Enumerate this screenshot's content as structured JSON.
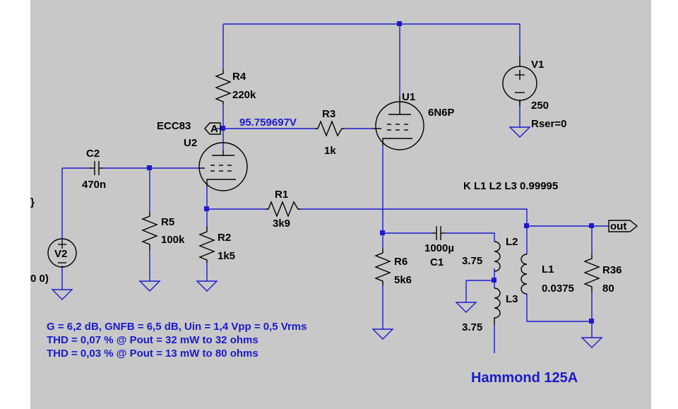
{
  "colors": {
    "background": "#c8c8c8",
    "wire": "#1a1ad0",
    "component": "#000000",
    "note": "#1a1ad0"
  },
  "components": {
    "r4": {
      "name": "R4",
      "value": "220k"
    },
    "r3": {
      "name": "R3",
      "value": "1k"
    },
    "r1": {
      "name": "R1",
      "value": "3k9"
    },
    "r5": {
      "name": "R5",
      "value": "100k"
    },
    "r2": {
      "name": "R2",
      "value": "1k5"
    },
    "r6": {
      "name": "R6",
      "value": "5k6"
    },
    "r36": {
      "name": "R36",
      "value": "80"
    },
    "c2": {
      "name": "C2",
      "value": "470n"
    },
    "c1": {
      "name": "C1",
      "value": "1000µ"
    },
    "l1": {
      "name": "L1",
      "value": "0.0375"
    },
    "l2": {
      "name": "L2",
      "value": "3.75"
    },
    "l3": {
      "name": "L3",
      "value": "3.75"
    },
    "u1": {
      "name": "U1",
      "model": "6N6P"
    },
    "u2": {
      "name": "U2",
      "model": "ECC83"
    },
    "v1": {
      "name": "V1",
      "value": "250",
      "param": "Rser=0"
    },
    "v2": {
      "name": "V2"
    }
  },
  "netlabels": {
    "node_a": "A",
    "node_a_voltage": "95.759697V",
    "out": "out"
  },
  "directive": "K L1 L2 L3 0.99995",
  "clipped": {
    "left_top": "}",
    "left_bottom": "0 0)"
  },
  "notes": [
    "G = 6,2 dB, GNFB = 6,5 dB, Uin = 1,4 Vpp = 0,5 Vrms",
    "THD = 0,07 % @ Pout = 32 mW to 32 ohms",
    "THD = 0,03 % @ Pout = 13 mW to 80 ohms"
  ],
  "transformer": "Hammond 125A"
}
